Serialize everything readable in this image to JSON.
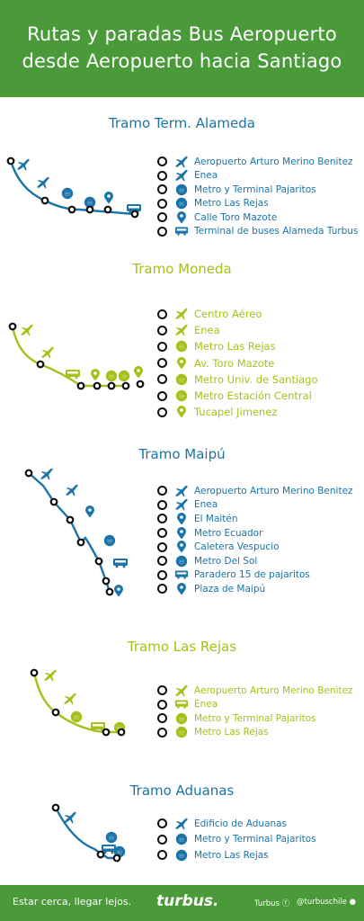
{
  "header": {
    "line1": "Rutas y paradas Bus Aeropuerto",
    "line2": "desde Aeropuerto hacia Santiago"
  },
  "colors": {
    "blue": "#1a74a8",
    "lime": "#a4c21c",
    "green": "#4a9a3a",
    "black": "#111111"
  },
  "sections": [
    {
      "title": "Tramo Term. Alameda",
      "color": "#1a74a8",
      "stops": [
        {
          "icon": "plane-icon",
          "label": "Aeropuerto Arturo Merino Benitez"
        },
        {
          "icon": "plane-icon",
          "label": "Enea"
        },
        {
          "icon": "metro-icon",
          "label": "Metro y Terminal Pajaritos"
        },
        {
          "icon": "metro-icon",
          "label": "Metro Las Rejas"
        },
        {
          "icon": "pin-icon",
          "label": "Calle Toro Mazote"
        },
        {
          "icon": "bus-icon",
          "label": "Terminal de buses Alameda Turbus"
        }
      ]
    },
    {
      "title": "Tramo Moneda",
      "color": "#a4c21c",
      "stops": [
        {
          "icon": "plane-icon",
          "label": "Centro Aéreo"
        },
        {
          "icon": "plane-icon",
          "label": "Enea"
        },
        {
          "icon": "metro-icon",
          "label": "Metro Las Rejas"
        },
        {
          "icon": "pin-icon",
          "label": "Av. Toro Mazote"
        },
        {
          "icon": "metro-icon",
          "label": "Metro Univ. de Santiago"
        },
        {
          "icon": "metro-icon",
          "label": "Metro Estación Central"
        },
        {
          "icon": "pin-icon",
          "label": "Tucapel Jimenez"
        }
      ]
    },
    {
      "title": "Tramo Maipú",
      "color": "#1a74a8",
      "stops": [
        {
          "icon": "plane-icon",
          "label": "Aeropuerto Arturo Merino Benitez"
        },
        {
          "icon": "plane-icon",
          "label": "Enea"
        },
        {
          "icon": "pin-icon",
          "label": "El Maitén"
        },
        {
          "icon": "pin-icon",
          "label": "Metro Ecuador"
        },
        {
          "icon": "pin-icon",
          "label": "Caletera Vespucio"
        },
        {
          "icon": "metro-icon",
          "label": "Metro Del Sol"
        },
        {
          "icon": "bus-icon",
          "label": "Paradero 15 de pajaritos"
        },
        {
          "icon": "pin-icon",
          "label": "Plaza de Maipú"
        }
      ]
    },
    {
      "title": "Tramo Las Rejas",
      "color": "#a4c21c",
      "stops": [
        {
          "icon": "plane-icon",
          "label": "Aeropuerto Arturo Merino Benitez"
        },
        {
          "icon": "bus-icon",
          "label": "Enea"
        },
        {
          "icon": "metro-icon",
          "label": "Metro y Terminal Pajaritos"
        },
        {
          "icon": "metro-icon",
          "label": "Metro Las Rejas"
        }
      ]
    },
    {
      "title": "Tramo Aduanas",
      "color": "#1a74a8",
      "stops": [
        {
          "icon": "plane-icon",
          "label": "Edificio de Aduanas"
        },
        {
          "icon": "metro-icon",
          "label": "Metro y Terminal Pajaritos"
        },
        {
          "icon": "metro-icon",
          "label": "Metro Las Rejas"
        }
      ]
    }
  ],
  "footer": {
    "slogan": "Estar cerca, llegar lejos.",
    "brand": "turbus.",
    "facebook": "Turbus",
    "twitter": "@turbuschile"
  }
}
